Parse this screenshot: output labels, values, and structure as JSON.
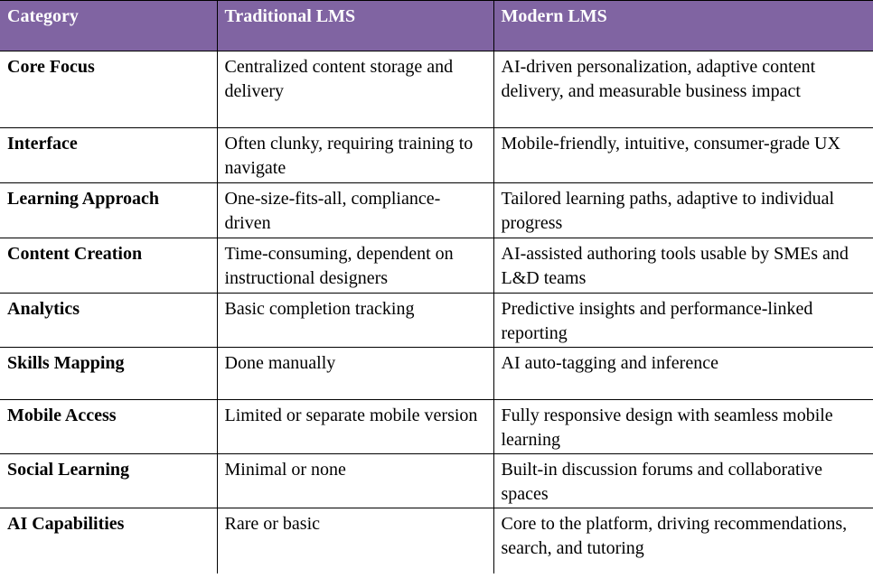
{
  "table": {
    "headers": [
      "Category",
      "Traditional  LMS",
      "Modern LMS"
    ],
    "rows": [
      {
        "category": "Core Focus",
        "traditional": "Centralized content storage and delivery",
        "modern": "AI-driven personalization, adaptive content delivery, and measurable business impact"
      },
      {
        "category": "Interface",
        "traditional": "Often clunky, requiring training to navigate",
        "modern": "Mobile-friendly, intuitive, consumer-grade UX"
      },
      {
        "category": "Learning Approach",
        "traditional": "One-size-fits-all, compliance-driven",
        "modern": "Tailored learning paths, adaptive to individual progress"
      },
      {
        "category": "Content Creation",
        "traditional": "Time-consuming, dependent on instructional designers",
        "modern": "AI-assisted authoring tools usable by SMEs and L&D teams"
      },
      {
        "category": "Analytics",
        "traditional": "Basic completion tracking",
        "modern": "Predictive insights and performance-linked reporting"
      },
      {
        "category": "Skills  Mapping",
        "traditional": "Done manually",
        "modern": "AI auto-tagging and inference"
      },
      {
        "category": "Mobile Access",
        "traditional": "Limited or separate mobile version",
        "modern": "Fully responsive design with seamless mobile learning"
      },
      {
        "category": "Social Learning",
        "traditional": "Minimal or none",
        "modern": "Built-in discussion forums and collaborative spaces"
      },
      {
        "category": "AI Capabilities",
        "traditional": "Rare or basic",
        "modern": "Core to the platform, driving recommendations, search, and tutoring"
      }
    ]
  },
  "colors": {
    "header_background": "#8064a2",
    "header_text": "#ffffff",
    "border": "#000000"
  }
}
